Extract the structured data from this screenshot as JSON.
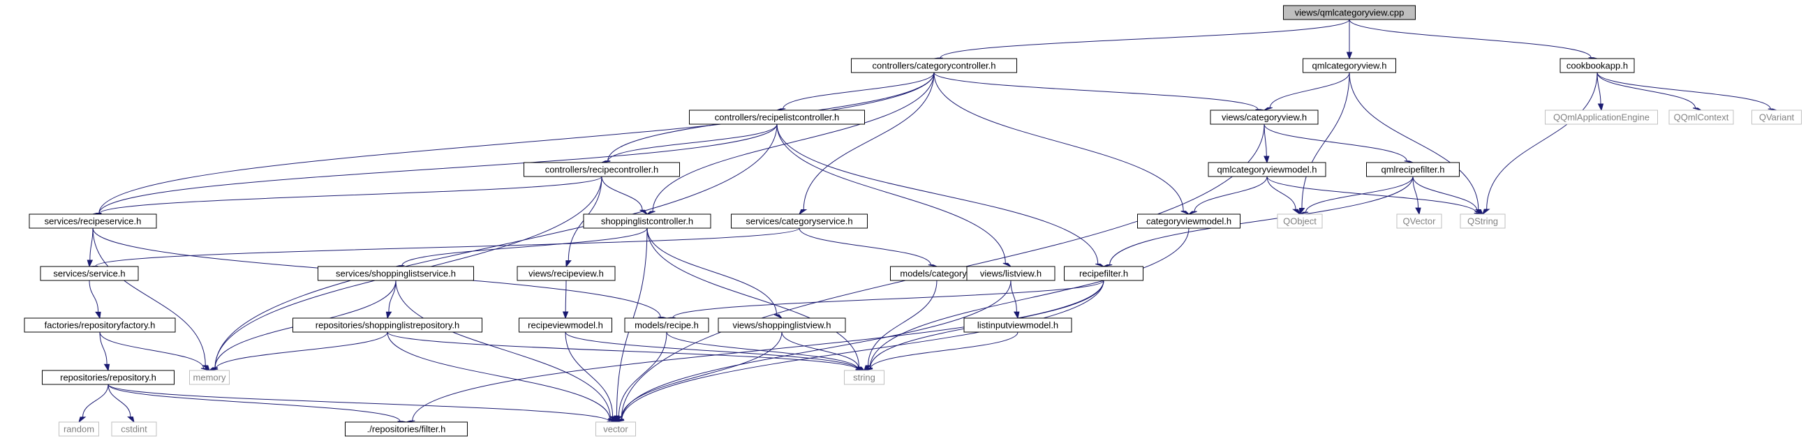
{
  "graph": {
    "title": "views/qmlcategoryview.cpp",
    "colors": {
      "edge": "#191970",
      "root_fill": "#bfbfbf",
      "node_fill": "#ffffff",
      "node_border": "#000000",
      "external_border": "#bfbfbf",
      "external_text": "#808080",
      "text": "#000000"
    },
    "nodes": [
      {
        "id": "root",
        "label": "views/qmlcategoryview.cpp",
        "kind": "root"
      },
      {
        "id": "catctrl",
        "label": "controllers/categorycontroller.h",
        "kind": "internal"
      },
      {
        "id": "qmlcatview",
        "label": "qmlcategoryview.h",
        "kind": "internal"
      },
      {
        "id": "cookbook",
        "label": "cookbookapp.h",
        "kind": "internal"
      },
      {
        "id": "reclistctrl",
        "label": "controllers/recipelistcontroller.h",
        "kind": "internal"
      },
      {
        "id": "catview",
        "label": "views/categoryview.h",
        "kind": "internal"
      },
      {
        "id": "qqmlapp",
        "label": "QQmlApplicationEngine",
        "kind": "external"
      },
      {
        "id": "qqmlctx",
        "label": "QQmlContext",
        "kind": "external"
      },
      {
        "id": "qvariant",
        "label": "QVariant",
        "kind": "external"
      },
      {
        "id": "recctrl",
        "label": "controllers/recipecontroller.h",
        "kind": "internal"
      },
      {
        "id": "qmlcatvm",
        "label": "qmlcategoryviewmodel.h",
        "kind": "internal"
      },
      {
        "id": "qmlrecfilter",
        "label": "qmlrecipefilter.h",
        "kind": "internal"
      },
      {
        "id": "recservice",
        "label": "services/recipeservice.h",
        "kind": "internal"
      },
      {
        "id": "shopctrl",
        "label": "shoppinglistcontroller.h",
        "kind": "internal"
      },
      {
        "id": "catservice",
        "label": "services/categoryservice.h",
        "kind": "internal"
      },
      {
        "id": "catvm",
        "label": "categoryviewmodel.h",
        "kind": "internal"
      },
      {
        "id": "qobject",
        "label": "QObject",
        "kind": "external"
      },
      {
        "id": "qvector",
        "label": "QVector",
        "kind": "external"
      },
      {
        "id": "qstring",
        "label": "QString",
        "kind": "external"
      },
      {
        "id": "service",
        "label": "services/service.h",
        "kind": "internal"
      },
      {
        "id": "shopservice",
        "label": "services/shoppinglistservice.h",
        "kind": "internal"
      },
      {
        "id": "recview",
        "label": "views/recipeview.h",
        "kind": "internal"
      },
      {
        "id": "category",
        "label": "models/category.h",
        "kind": "internal"
      },
      {
        "id": "listview",
        "label": "views/listview.h",
        "kind": "internal"
      },
      {
        "id": "recfilter",
        "label": "recipefilter.h",
        "kind": "internal"
      },
      {
        "id": "repofactory",
        "label": "factories/repositoryfactory.h",
        "kind": "internal"
      },
      {
        "id": "shoprepo",
        "label": "repositories/shoppinglistrepository.h",
        "kind": "internal"
      },
      {
        "id": "recvm",
        "label": "recipeviewmodel.h",
        "kind": "internal"
      },
      {
        "id": "recipe",
        "label": "models/recipe.h",
        "kind": "internal"
      },
      {
        "id": "shopview",
        "label": "views/shoppinglistview.h",
        "kind": "internal"
      },
      {
        "id": "listinputvm",
        "label": "listinputviewmodel.h",
        "kind": "internal"
      },
      {
        "id": "repo",
        "label": "repositories/repository.h",
        "kind": "internal"
      },
      {
        "id": "memory",
        "label": "memory",
        "kind": "external"
      },
      {
        "id": "string",
        "label": "string",
        "kind": "external"
      },
      {
        "id": "random",
        "label": "random",
        "kind": "external"
      },
      {
        "id": "cstdint",
        "label": "cstdint",
        "kind": "external"
      },
      {
        "id": "filter",
        "label": "./repositories/filter.h",
        "kind": "internal"
      },
      {
        "id": "vector",
        "label": "vector",
        "kind": "external"
      }
    ],
    "edges": [
      [
        "root",
        "catctrl"
      ],
      [
        "root",
        "qmlcatview"
      ],
      [
        "root",
        "cookbook"
      ],
      [
        "catctrl",
        "reclistctrl"
      ],
      [
        "catctrl",
        "catview"
      ],
      [
        "catctrl",
        "recctrl"
      ],
      [
        "catctrl",
        "recservice"
      ],
      [
        "catctrl",
        "shopctrl"
      ],
      [
        "catctrl",
        "catservice"
      ],
      [
        "catctrl",
        "catvm"
      ],
      [
        "qmlcatview",
        "catview"
      ],
      [
        "qmlcatview",
        "qobject"
      ],
      [
        "qmlcatview",
        "qstring"
      ],
      [
        "cookbook",
        "qqmlapp"
      ],
      [
        "cookbook",
        "qqmlctx"
      ],
      [
        "cookbook",
        "qvariant"
      ],
      [
        "cookbook",
        "qstring"
      ],
      [
        "reclistctrl",
        "recctrl"
      ],
      [
        "reclistctrl",
        "recservice"
      ],
      [
        "reclistctrl",
        "memory"
      ],
      [
        "reclistctrl",
        "listview"
      ],
      [
        "reclistctrl",
        "recfilter"
      ],
      [
        "catview",
        "qmlcatvm"
      ],
      [
        "catview",
        "qmlrecfilter"
      ],
      [
        "catview",
        "vector"
      ],
      [
        "recctrl",
        "recservice"
      ],
      [
        "recctrl",
        "shopctrl"
      ],
      [
        "recctrl",
        "recview"
      ],
      [
        "recctrl",
        "memory"
      ],
      [
        "qmlcatvm",
        "catvm"
      ],
      [
        "qmlcatvm",
        "qobject"
      ],
      [
        "qmlcatvm",
        "qstring"
      ],
      [
        "qmlrecfilter",
        "qobject"
      ],
      [
        "qmlrecfilter",
        "qvector"
      ],
      [
        "qmlrecfilter",
        "qstring"
      ],
      [
        "qmlrecfilter",
        "recfilter"
      ],
      [
        "recservice",
        "service"
      ],
      [
        "recservice",
        "recipe"
      ],
      [
        "recservice",
        "memory"
      ],
      [
        "shopctrl",
        "shopservice"
      ],
      [
        "shopctrl",
        "shopview"
      ],
      [
        "shopctrl",
        "string"
      ],
      [
        "shopctrl",
        "vector"
      ],
      [
        "catservice",
        "service"
      ],
      [
        "catservice",
        "category"
      ],
      [
        "catvm",
        "string"
      ],
      [
        "service",
        "repofactory"
      ],
      [
        "shopservice",
        "shoprepo"
      ],
      [
        "shopservice",
        "memory"
      ],
      [
        "shopservice",
        "vector"
      ],
      [
        "recview",
        "recvm"
      ],
      [
        "category",
        "string"
      ],
      [
        "listview",
        "listinputvm"
      ],
      [
        "listview",
        "vector"
      ],
      [
        "recfilter",
        "recipe"
      ],
      [
        "recfilter",
        "string"
      ],
      [
        "recfilter",
        "vector"
      ],
      [
        "recfilter",
        "filter"
      ],
      [
        "repofactory",
        "repo"
      ],
      [
        "repofactory",
        "memory"
      ],
      [
        "shoprepo",
        "memory"
      ],
      [
        "shoprepo",
        "string"
      ],
      [
        "shoprepo",
        "vector"
      ],
      [
        "recvm",
        "string"
      ],
      [
        "recvm",
        "vector"
      ],
      [
        "recipe",
        "string"
      ],
      [
        "recipe",
        "vector"
      ],
      [
        "shopview",
        "string"
      ],
      [
        "shopview",
        "vector"
      ],
      [
        "listinputvm",
        "string"
      ],
      [
        "repo",
        "random"
      ],
      [
        "repo",
        "cstdint"
      ],
      [
        "repo",
        "filter"
      ],
      [
        "repo",
        "vector"
      ]
    ]
  }
}
